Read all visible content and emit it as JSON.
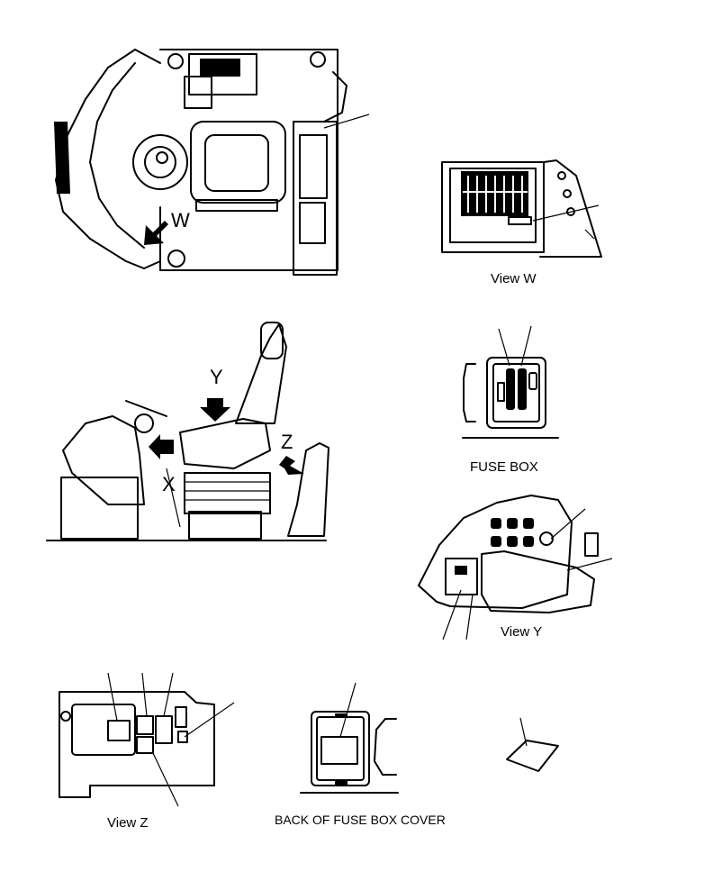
{
  "labels": {
    "view_w": "View W",
    "fuse_box": "FUSE BOX",
    "view_y": "View Y",
    "view_z": "View Z",
    "back_cover": "BACK OF FUSE BOX COVER",
    "arrow_w": "W",
    "arrow_y": "Y",
    "arrow_z": "Z",
    "arrow_x": "X"
  }
}
